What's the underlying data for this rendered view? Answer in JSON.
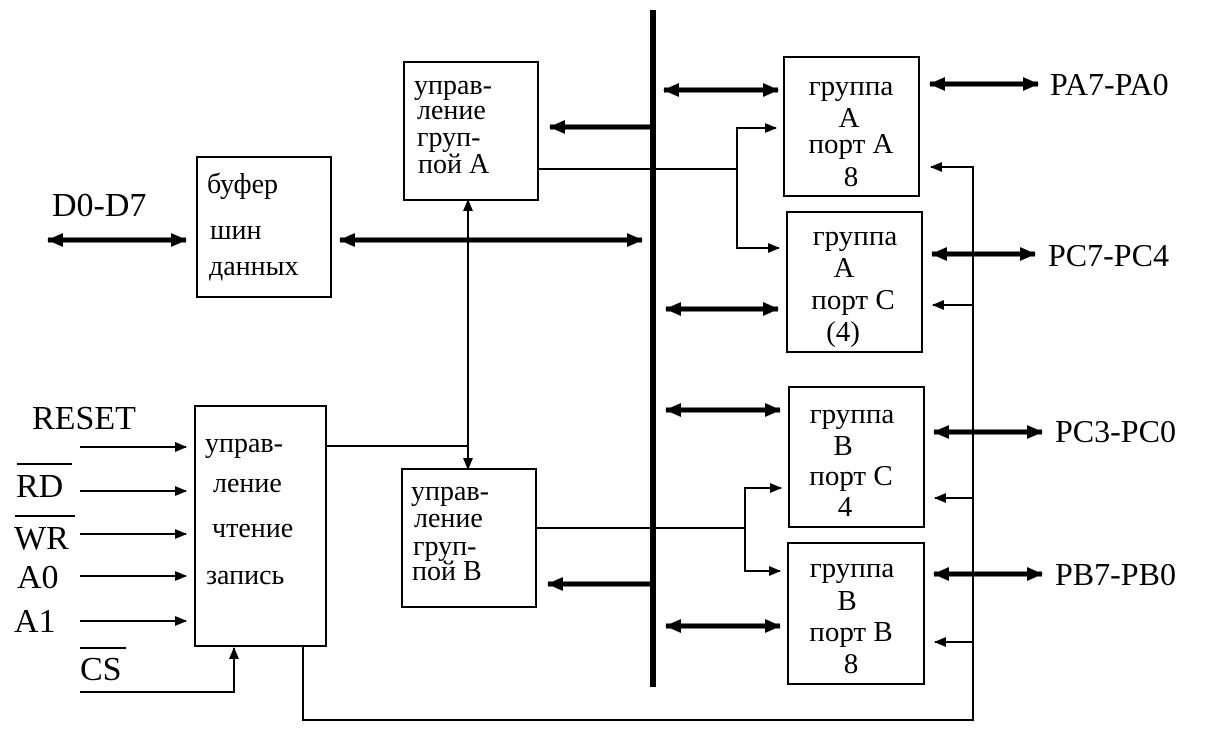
{
  "signals": {
    "data_bus": "D0-D7",
    "reset": "RESET",
    "rd": "RD",
    "wr": "WR",
    "a0": "A0",
    "a1": "A1",
    "cs": "CS",
    "pa": "PA7-PA0",
    "pc_high": "PC7-PC4",
    "pc_low": "PC3-PC0",
    "pb": "PB7-PB0"
  },
  "blocks": {
    "data_buffer": [
      "буфер",
      "шин",
      "данных"
    ],
    "rw_control": [
      "управ-",
      "ление",
      "чтение",
      "запись"
    ],
    "group_a_control": [
      "управ-",
      "ление",
      "груп-",
      "пой А"
    ],
    "group_b_control": [
      "управ-",
      "ление",
      "груп-",
      "пой В"
    ],
    "port_a": [
      "группа",
      "А",
      "порт А",
      "8"
    ],
    "port_c_upper": [
      "группа",
      "А",
      "порт С",
      "(4)"
    ],
    "port_c_lower": [
      "группа",
      "В",
      "порт С",
      "4"
    ],
    "port_b": [
      "группа",
      "В",
      "порт В",
      "8"
    ]
  }
}
